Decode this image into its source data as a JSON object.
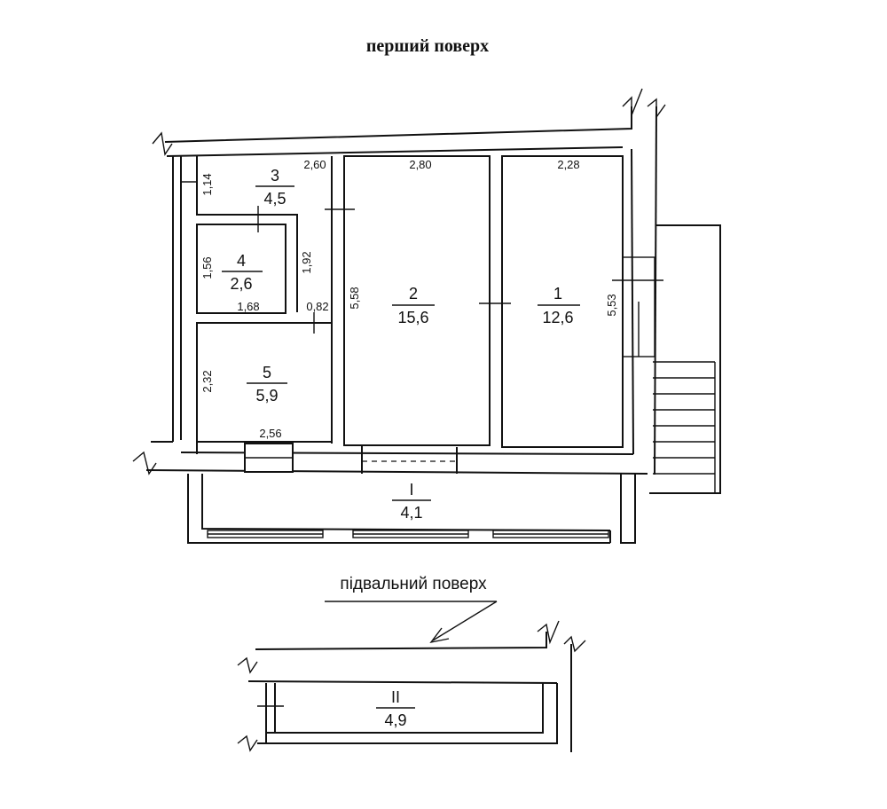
{
  "titles": {
    "first_floor": "перший поверх",
    "basement": "підвальний поверх"
  },
  "rooms": [
    {
      "id": "1",
      "area": "12,6"
    },
    {
      "id": "2",
      "area": "15,6"
    },
    {
      "id": "3",
      "area": "4,5"
    },
    {
      "id": "4",
      "area": "2,6"
    },
    {
      "id": "5",
      "area": "5,9"
    },
    {
      "id": "I",
      "area": "4,1"
    },
    {
      "id": "II",
      "area": "4,9"
    }
  ],
  "dimensions": {
    "room1_width": "2,28",
    "room1_length": "5,53",
    "room2_width": "2,80",
    "room2_length": "5,58",
    "room3_width": "2,60",
    "room3_depth": "1,14",
    "room4_width": "1,68",
    "room4_depth": "1,56",
    "corridor_length": "1,92",
    "corridor_width": "0,82",
    "room5_width": "2,56",
    "room5_depth": "2,32"
  }
}
